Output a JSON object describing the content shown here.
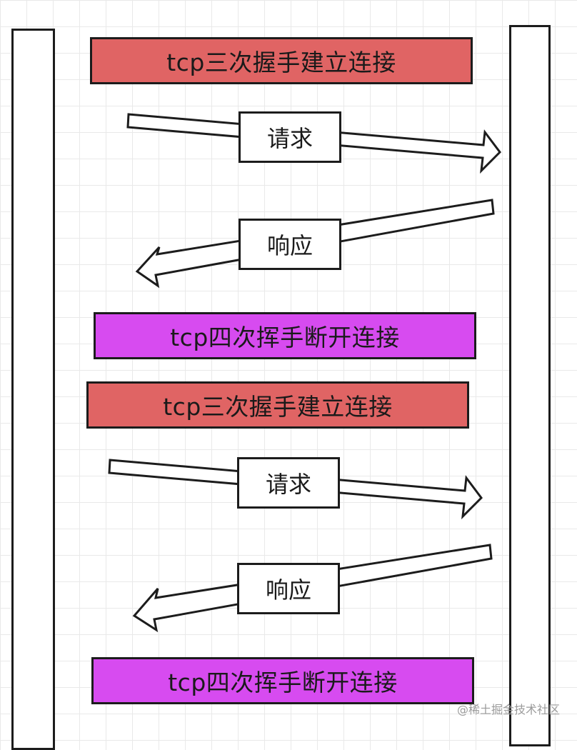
{
  "lifelines": [
    {
      "name": "left"
    },
    {
      "name": "right"
    }
  ],
  "colors": {
    "open_banner": "#e06464",
    "close_banner": "#d74bf0",
    "outline": "#1c1c1c",
    "grid": "#e9e9e9"
  },
  "phases": [
    {
      "open_label": "tcp三次握手建立连接",
      "request_label": "请求",
      "response_label": "响应",
      "close_label": "tcp四次挥手断开连接"
    },
    {
      "open_label": "tcp三次握手建立连接",
      "request_label": "请求",
      "response_label": "响应",
      "close_label": "tcp四次挥手断开连接"
    }
  ],
  "watermark": "@稀土掘金技术社区"
}
